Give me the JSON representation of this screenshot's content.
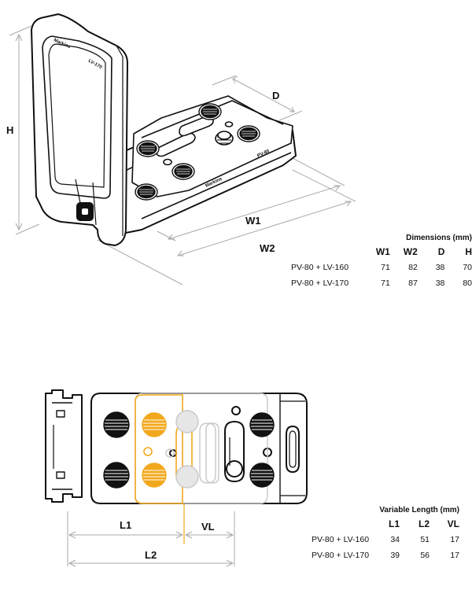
{
  "top_view": {
    "labels": {
      "d": "D",
      "h": "H",
      "w1": "W1",
      "w2": "W2"
    },
    "bracket_engraving": "LV-170",
    "plate_engraving": "PV-80",
    "brand_engraving": "Markins"
  },
  "side_view": {
    "labels": {
      "l1": "L1",
      "l2": "L2",
      "vl": "VL"
    }
  },
  "colors": {
    "line": "#111111",
    "dim": "#a9a9a9",
    "accent": "#f2a81d"
  },
  "dimensions_table": {
    "title": "Dimensions (mm)",
    "headers": [
      "W1",
      "W2",
      "D",
      "H"
    ],
    "rows": [
      {
        "name": "PV-80 + LV-160",
        "values": [
          "71",
          "82",
          "38",
          "70"
        ]
      },
      {
        "name": "PV-80 + LV-170",
        "values": [
          "71",
          "87",
          "38",
          "80"
        ]
      }
    ]
  },
  "variable_table": {
    "title": "Variable Length (mm)",
    "headers": [
      "L1",
      "L2",
      "VL"
    ],
    "rows": [
      {
        "name": "PV-80 + LV-160",
        "values": [
          "34",
          "51",
          "17"
        ]
      },
      {
        "name": "PV-80 + LV-170",
        "values": [
          "39",
          "56",
          "17"
        ]
      }
    ]
  }
}
